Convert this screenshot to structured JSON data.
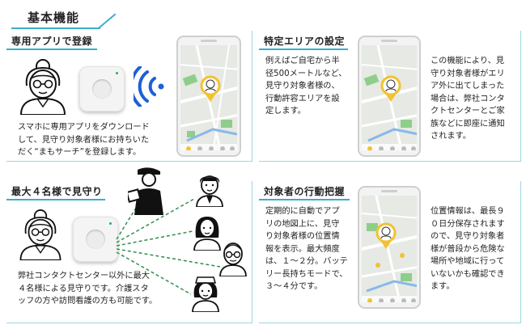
{
  "main_heading": "基本機能",
  "sections": {
    "register": {
      "title": "専用アプリで登録",
      "lines": [
        "スマホに専用アプリをダウンロード",
        "して、見守り対象者様にお持ちいた",
        "だく“まもサーチ”を登録します。"
      ]
    },
    "area": {
      "title": "特定エリアの設定",
      "lines_left": [
        "例えばご自宅から半",
        "径500メートルなど、",
        "見守り対象者様の、",
        "行動許容エリアを設",
        "定します。"
      ],
      "lines_right": [
        "この機能により、見",
        "守り対象者様がエリ",
        "ア外に出てしまった",
        "場合は、弊社コンタ",
        "クトセンターとご家",
        "族などに即座に通知",
        "されます。"
      ]
    },
    "watch": {
      "title": "最大４名様で見守り",
      "lines": [
        "弊社コンタクトセンター以外に最大",
        "４名様による見守りです。介護スタ",
        "ッフの方や訪問看護の方も可能です。"
      ]
    },
    "tracking": {
      "title": "対象者の行動把握",
      "lines_left": [
        "定期的に自動でアプ",
        "リの地図上に、見守",
        "り対象者様の位置情",
        "報を表示。最大頻度",
        "は、１～２分。バッテ",
        "リー長持ちモードで、",
        "３～４分です。"
      ],
      "lines_right": [
        "位置情報は、最長９",
        "０日分保存されます",
        "ので、見守り対象者",
        "様が普段から危険な",
        "場所や地域に行って",
        "いないかも確認でき",
        "ます。"
      ]
    }
  },
  "colors": {
    "accent": "#3aaecb",
    "frame": "#9fd4e2",
    "wifi": "#1f5fd6",
    "map_green": "#8fce8a",
    "map_road": "#ffffff",
    "map_blue": "#88b8e8",
    "marker": "#f2c230",
    "line_green": "#2f8f4f"
  },
  "icons": [
    "elderly-woman-icon",
    "elderly-man-icon",
    "man-icon",
    "woman-icon",
    "nurse-icon",
    "delivery-person-icon",
    "wifi-signal-icon",
    "location-pin-icon",
    "tracker-device-icon",
    "smartphone-icon"
  ]
}
